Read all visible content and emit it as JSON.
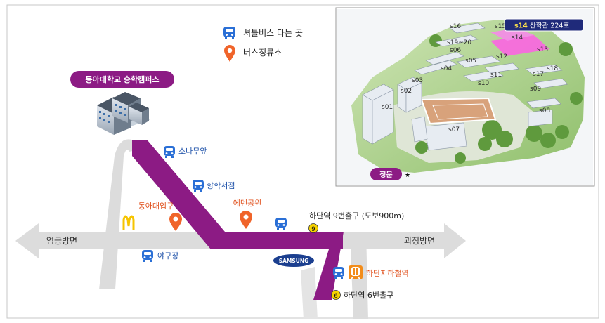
{
  "legend": {
    "shuttle_label": "셔틀버스 타는 곳",
    "bus_stop_label": "버스정류소"
  },
  "campus_badge": "동아대학교 승학캠퍼스",
  "directions": {
    "west": "엄궁방면",
    "east": "괴정방면"
  },
  "shuttle_stops": {
    "sonamu": "소나무앞",
    "hyanghak": "향학서점",
    "baseball": "야구장"
  },
  "bus_stops": {
    "donga_entrance": "동아대입구",
    "eden_park": "에덴공원"
  },
  "subway": {
    "exit9_number": "9",
    "exit9_label": "하단역 9번출구 (도보900m)",
    "exit6_number": "6",
    "exit6_label": "하단역 6번출구",
    "station_label": "하단지하철역"
  },
  "samsung_logo": "SAMSUNG",
  "inset": {
    "highlight_code": "s14",
    "highlight_name": "산학관 224호",
    "gate_label": "정문",
    "buildings": [
      "s01",
      "s02",
      "s03",
      "s04",
      "s05",
      "s06",
      "s07",
      "s08",
      "s09",
      "s10",
      "s11",
      "s12",
      "s13",
      "s14",
      "s15",
      "s16",
      "s17",
      "s18",
      "s19~20"
    ]
  },
  "colors": {
    "road_gray": "#dcdcdc",
    "main_road_purple": "#8c1b84",
    "badge_purple": "#8c1b84",
    "bus_blue": "#2a6fd6",
    "pin_orange": "#f0642a",
    "subway_yellow": "#f6d200",
    "subway_orange": "#f28c1a",
    "highlight_magenta": "#ff5ee6",
    "samsung_navy": "#1b3f8f"
  }
}
